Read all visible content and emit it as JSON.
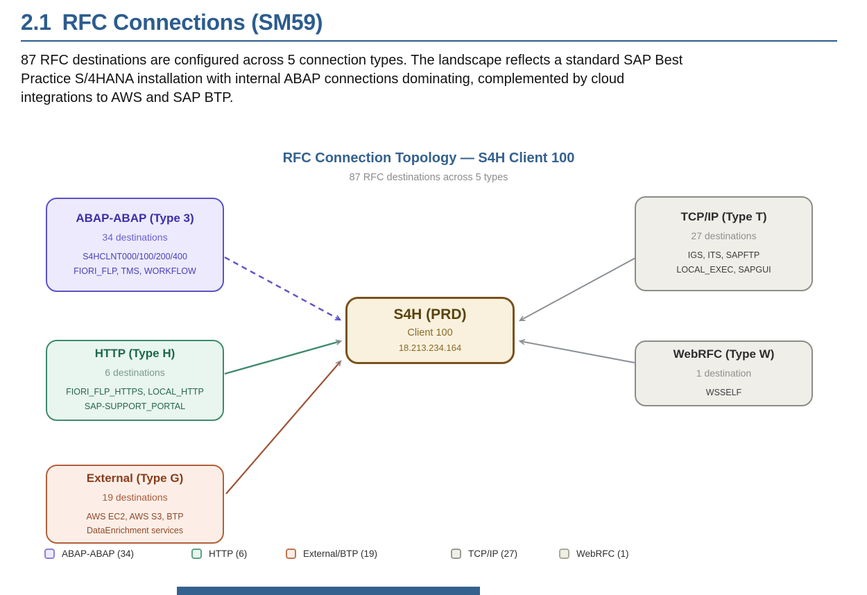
{
  "colors": {
    "heading_blue": "#2c5c8e",
    "abap_purple": "#5c51c9",
    "http_green": "#3e8a6c",
    "external_brown": "#b2603a",
    "neutral_gray": "#8c8c88",
    "center_border_brown": "#7a521e",
    "arrow_gray": "#8a8f94"
  },
  "section": {
    "number": "2.1",
    "title": "RFC Connections (SM59)",
    "paragraph_lines": [
      "87 RFC destinations are configured across 5 connection types. The landscape reflects a standard SAP Best",
      "Practice S/4HANA installation with internal ABAP connections dominating, complemented by cloud",
      "integrations to AWS and SAP BTP."
    ]
  },
  "diagram": {
    "title": "RFC Connection Topology — S4H Client 100",
    "subtitle": "87 RFC destinations across 5 types",
    "nodes": {
      "abap": {
        "title": "ABAP-ABAP (Type 3)",
        "count": "34 destinations",
        "line1": "S4HCLNT000/100/200/400",
        "line2": "FIORI_FLP, TMS, WORKFLOW"
      },
      "http": {
        "title": "HTTP (Type H)",
        "count": "6 destinations",
        "line1": "FIORI_FLP_HTTPS, LOCAL_HTTP",
        "line2": "SAP-SUPPORT_PORTAL"
      },
      "external": {
        "title": "External (Type G)",
        "count": "19 destinations",
        "line1": "AWS EC2, AWS S3, BTP",
        "line2": "DataEnrichment services"
      },
      "tcpip": {
        "title": "TCP/IP (Type T)",
        "count": "27 destinations",
        "line1": "IGS, ITS, SAPFTP",
        "line2": "LOCAL_EXEC, SAPGUI"
      },
      "webrfc": {
        "title": "WebRFC (Type W)",
        "count": "1 destination",
        "line1": "WSSELF"
      },
      "center": {
        "title": "S4H (PRD)",
        "line1": "Client 100",
        "line2": "18.213.234.164"
      }
    },
    "legend": [
      {
        "label": "ABAP-ABAP (34)"
      },
      {
        "label": "HTTP (6)"
      },
      {
        "label": "External/BTP (19)"
      },
      {
        "label": "TCP/IP (27)"
      },
      {
        "label": "WebRFC (1)"
      }
    ]
  }
}
